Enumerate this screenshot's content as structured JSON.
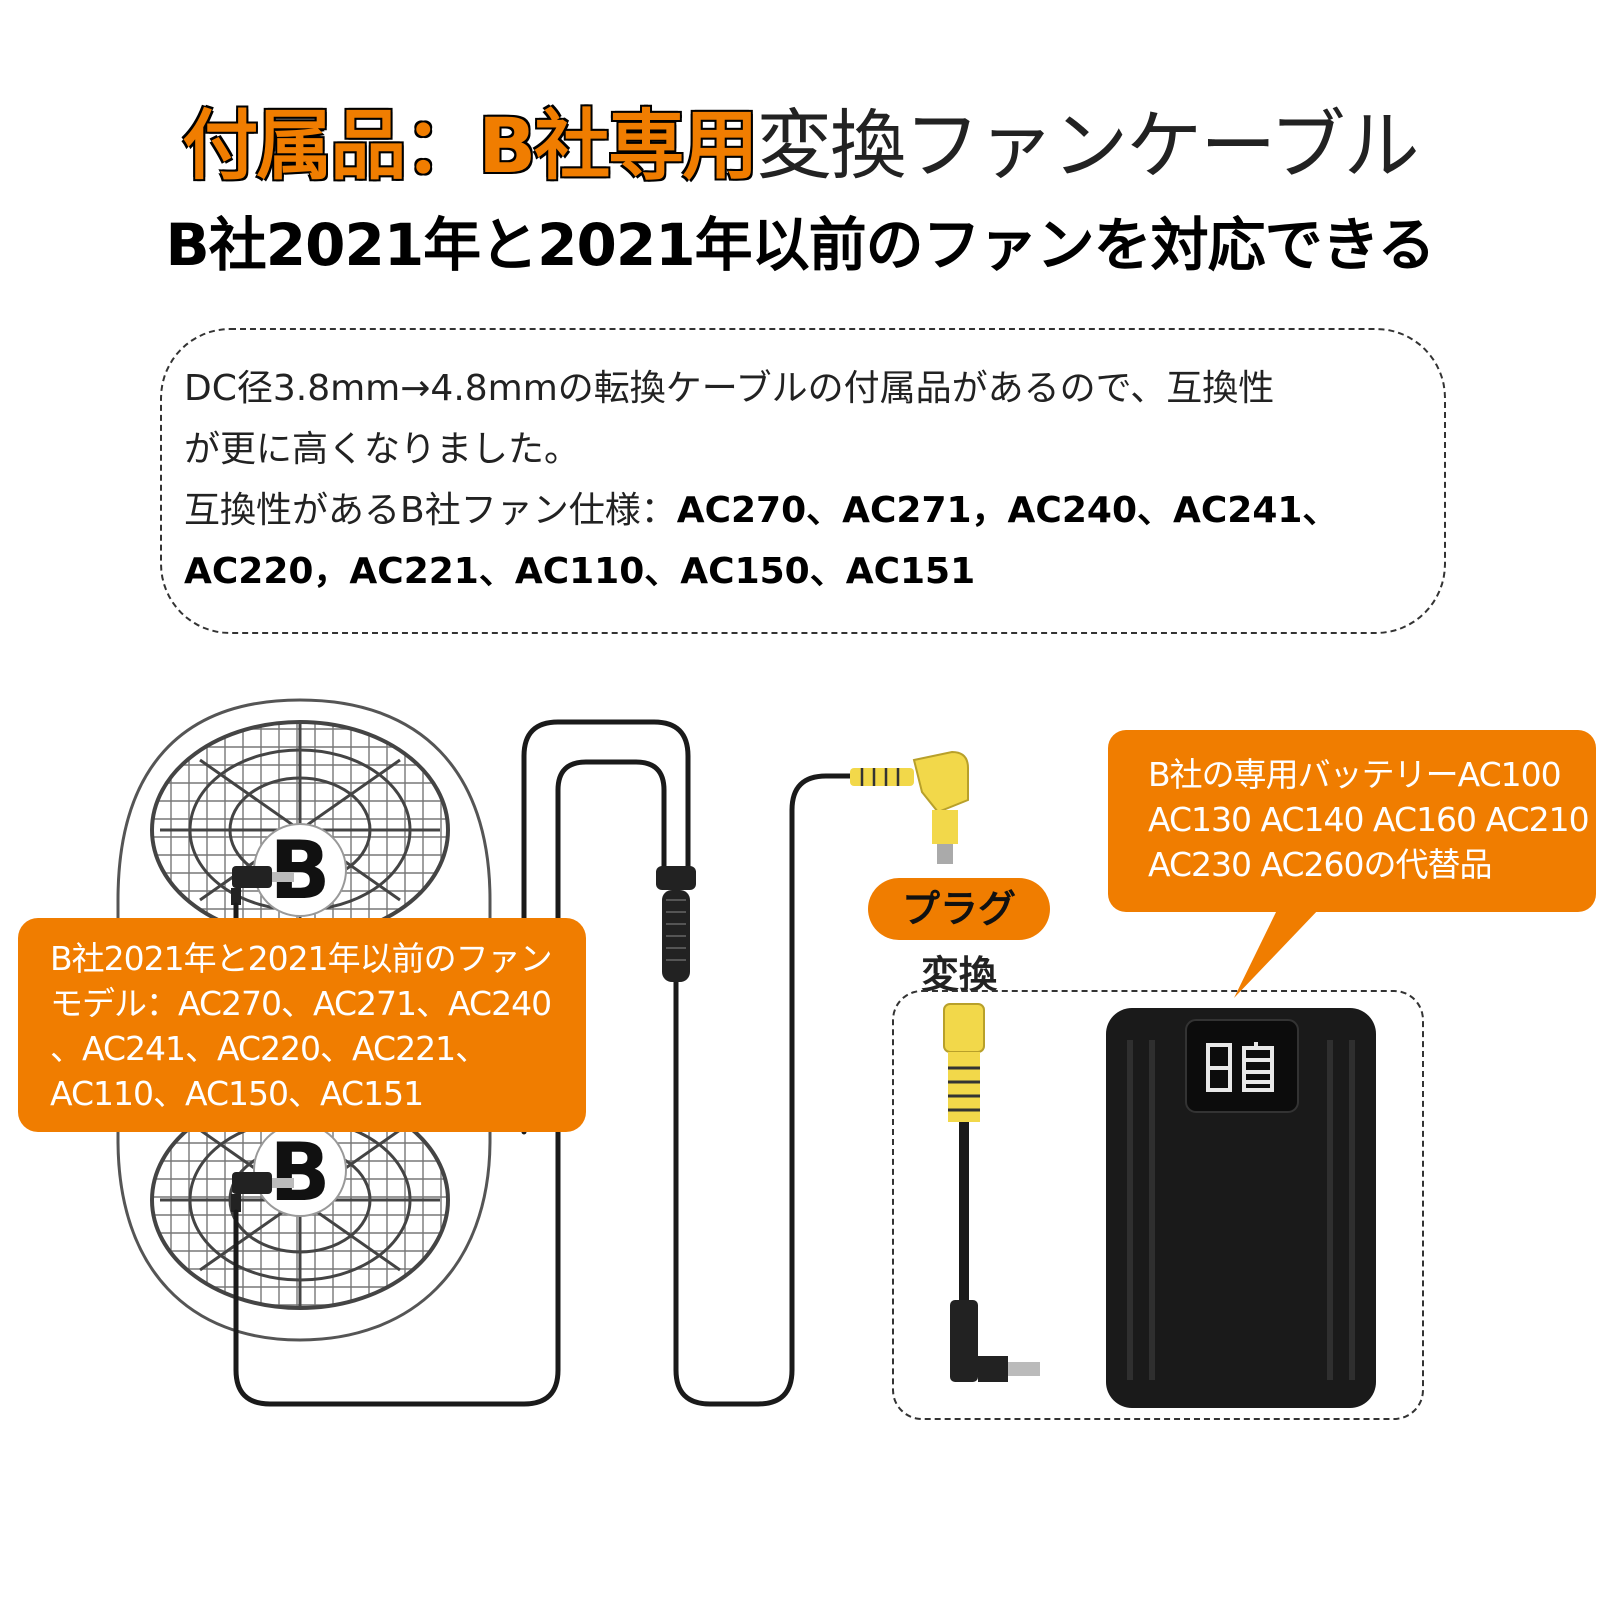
{
  "header": {
    "title_highlight_1": "付属品：",
    "title_highlight_2": "B社専用",
    "title_rest": "変換ファンケーブル",
    "subtitle": "B社2021年と2021年以前のファンを対応できる"
  },
  "description": {
    "line1": "DC径3.8mm→4.8mmの転換ケーブルの付属品があるので、互換性",
    "line2": "が更に高くなりました。",
    "line3_prefix": "互換性があるB社ファン仕様：",
    "line3_models": "AC270、AC271，AC240、AC241、",
    "line4_models": "AC220，AC221、AC110、AC150、AC151"
  },
  "callout_left": {
    "line1": "B社2021年と2021年以前のファン",
    "line2": "モデル：AC270、AC271、AC240",
    "line3": "、AC241、AC220、AC221、",
    "line4": "AC110、AC150、AC151"
  },
  "callout_right": {
    "line1": "B社の専用バッテリーAC100",
    "line2": "AC130 AC140 AC160 AC210",
    "line3": "AC230 AC260の代替品"
  },
  "plug": {
    "pill_label": "プラグ",
    "sub_label": "変換"
  },
  "fan_logo_letter": "B",
  "colors": {
    "accent": "#f07d00",
    "connector_yellow": "#f2d84a",
    "battery": "#1a1a1a"
  },
  "icons": {
    "fan": "fan-unit-icon",
    "cable": "cable-icon",
    "battery": "battery-pack-icon",
    "adapter": "plug-adapter-icon"
  }
}
